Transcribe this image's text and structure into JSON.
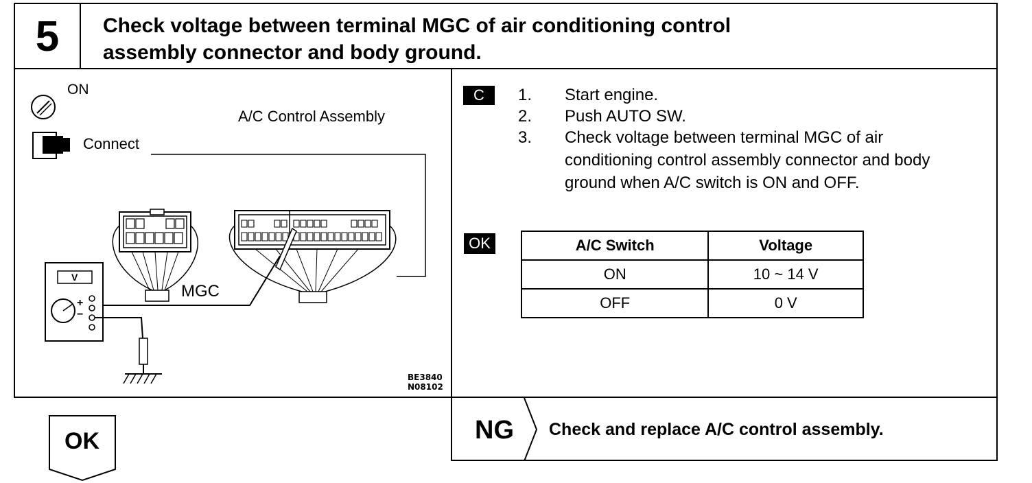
{
  "step": {
    "number": "5",
    "title_line1": "Check voltage between terminal MGC of air conditioning control",
    "title_line2": "assembly connector and body ground."
  },
  "diagram": {
    "ignition_label": "ON",
    "connector_label": "Connect",
    "assembly_label": "A/C Control Assembly",
    "terminal_label": "MGC",
    "meter_label": "V",
    "meter_plus": "+",
    "meter_minus": "−",
    "code_line1": "BE3840",
    "code_line2": "N08102"
  },
  "instructions": {
    "tag": "C",
    "steps": [
      {
        "no": "1.",
        "text": "Start engine."
      },
      {
        "no": "2.",
        "text": "Push AUTO SW."
      },
      {
        "no": "3.",
        "text": "Check voltage between terminal MGC of air conditioning control assembly connector and body ground when A/C switch is ON and OFF."
      }
    ]
  },
  "ok_result": {
    "tag": "OK",
    "table": {
      "headers": [
        "A/C Switch",
        "Voltage"
      ],
      "rows": [
        [
          "ON",
          "10 ~ 14 V"
        ],
        [
          "OFF",
          "0 V"
        ]
      ]
    }
  },
  "ng_result": {
    "label": "NG",
    "action": "Check and replace A/C control assembly."
  },
  "next_ok": {
    "label": "OK"
  }
}
